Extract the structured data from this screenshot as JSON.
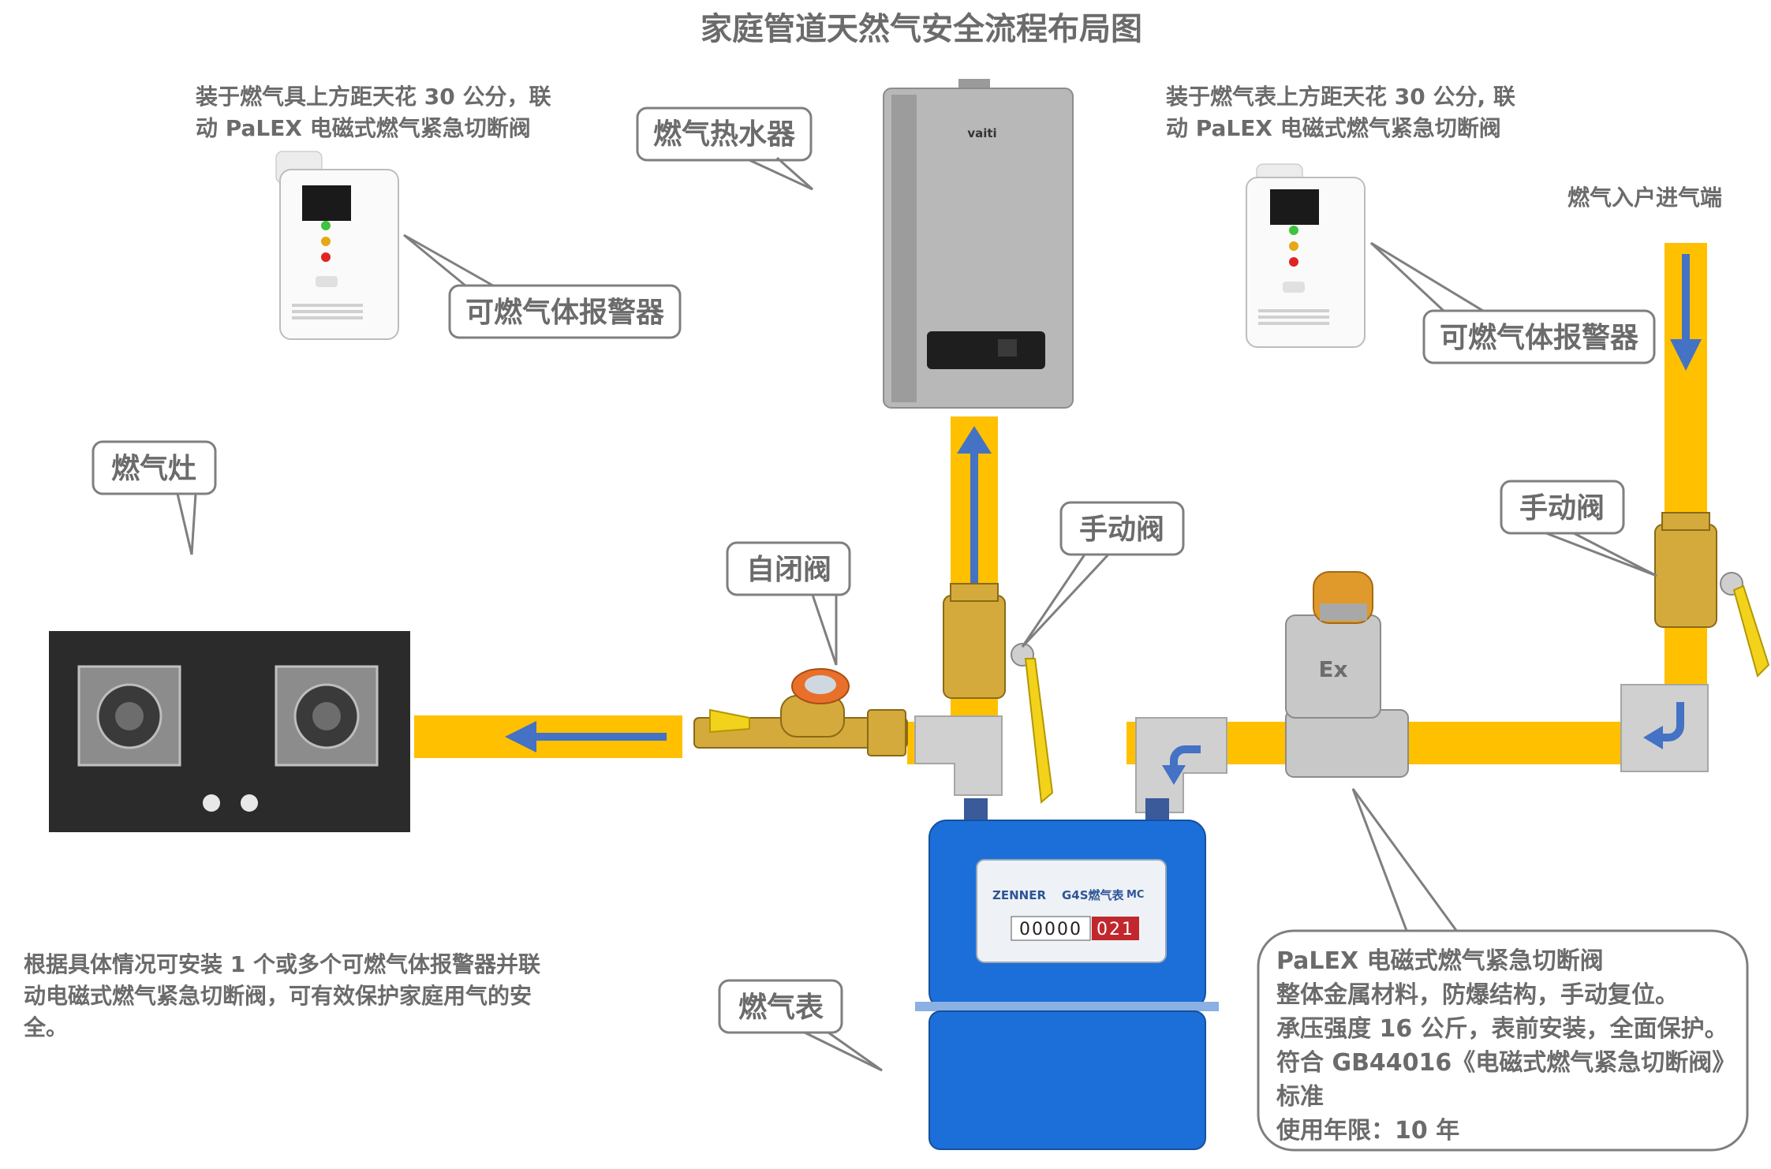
{
  "title": "家庭管道天然气安全流程布局图",
  "notes": {
    "detector_left_line1": "装于燃气具上方距天花 30 公分，联",
    "detector_left_line2": "动 PaLEX 电磁式燃气紧急切断阀",
    "detector_right_line1": "装于燃气表上方距天花 30 公分, 联",
    "detector_right_line2": "动 PaLEX 电磁式燃气紧急切断阀",
    "inlet_label": "燃气入户进气端",
    "bottom_note_line1": "根据具体情况可安装 1 个或多个可燃气体报警器并联",
    "bottom_note_line2": "动电磁式燃气紧急切断阀，可有效保护家庭用气的安",
    "bottom_note_line3": "全。"
  },
  "callouts": {
    "water_heater": "燃气热水器",
    "detector_left": "可燃气体报警器",
    "detector_right": "可燃气体报警器",
    "stove": "燃气灶",
    "manual_valve_center": "手动阀",
    "manual_valve_right": "手动阀",
    "self_closing_valve": "自闭阀",
    "gas_meter": "燃气表"
  },
  "spec_box": {
    "lines": [
      "PaLEX 电磁式燃气紧急切断阀",
      "整体金属材料，防爆结构，手动复位。",
      "承压强度 16 公斤，表前安装，全面保护。",
      "符合 GB44016《电磁式燃气紧急切断阀》",
      "标准",
      "使用年限：10 年"
    ]
  },
  "device_labels": {
    "heater_brand": "vaiti",
    "meter_brand": "ZENNER",
    "meter_model": "G4S燃气表",
    "meter_mark": "MC",
    "meter_counter": "00000",
    "meter_counter_red": "021",
    "valve_mark": "Ex"
  },
  "colors": {
    "pipe": "#ffc000",
    "flow_arrow": "#4472c4",
    "callout_border": "#7f7f7f",
    "text": "#6b6b6b"
  }
}
